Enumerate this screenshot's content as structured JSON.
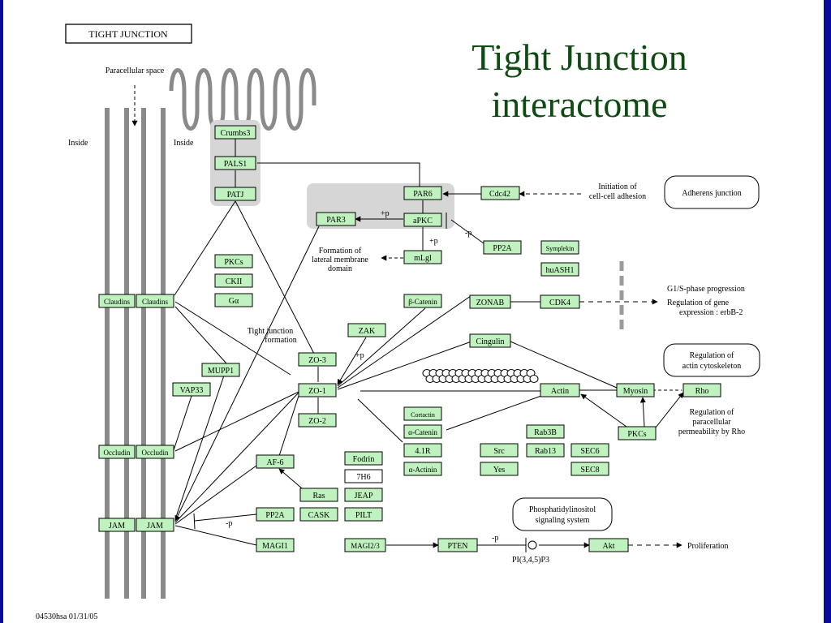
{
  "title": {
    "line1": "Tight Junction",
    "line2": "interactome"
  },
  "diagram": {
    "header_label": "TIGHT JUNCTION",
    "footer_code": "04530hsa 01/31/05",
    "membrane": {
      "paracellular": "Paracellular space",
      "inside_left": "Inside",
      "inside_right": "Inside"
    },
    "nodes": {
      "crumbs3": "Crumbs3",
      "pals1": "PALS1",
      "patj": "PATJ",
      "par6": "PAR6",
      "cdc42": "Cdc42",
      "par3": "PAR3",
      "apkc": "aPKC",
      "pp2a_top": "PP2A",
      "symplekin": "Symplekin",
      "huash1": "huASH1",
      "mlgl": "mLgl",
      "pkcs_left": "PKCs",
      "ckii": "CKII",
      "galpha": "Gα",
      "claudins1": "Claudins",
      "claudins2": "Claudins",
      "bcatenin": "β-Catenin",
      "zonab": "ZONAB",
      "cdk4": "CDK4",
      "zak": "ZAK",
      "zo3": "ZO-3",
      "zo1": "ZO-1",
      "zo2": "ZO-2",
      "cingulin": "Cingulin",
      "mupp1": "MUPP1",
      "vap33": "VAP33",
      "actin": "Actin",
      "myosin": "Myosin",
      "rho": "Rho",
      "cortactin": "Cortactin",
      "acatenin": "α-Catenin",
      "p41r": "4.1R",
      "aactinin": "α-Actinin",
      "rab3b": "Rab3B",
      "rab13": "Rab13",
      "sec6": "SEC6",
      "src": "Src",
      "yes": "Yes",
      "sec8": "SEC8",
      "pkcs_right": "PKCs",
      "occludin1": "Occludin",
      "occludin2": "Occludin",
      "af6": "AF-6",
      "fodrin": "Fodrin",
      "h7h6": "7H6",
      "ras": "Ras",
      "jeap": "JEAP",
      "pp2a_bottom": "PP2A",
      "cask": "CASK",
      "pilt": "PILT",
      "jam1": "JAM",
      "jam2": "JAM",
      "magi1": "MAGI1",
      "magi23": "MAGI2/3",
      "pten": "PTEN",
      "akt": "Akt"
    },
    "pathways": {
      "adherens": "Adherens junction",
      "actin_cyto_1": "Regulation of",
      "actin_cyto_2": "actin cytoskeleton",
      "pi_sig_1": "Phosphatidylinositol",
      "pi_sig_2": "signaling system"
    },
    "labels": {
      "initiation_1": "Initiation of",
      "initiation_2": "cell-cell adhesion",
      "formation_1": "Formation of",
      "formation_2": "lateral membrane",
      "formation_3": "domain",
      "tj_form_1": "Tight junction",
      "tj_form_2": "formation",
      "g1s": "G1/S-phase progression",
      "reg_gene_1": "Regulation of gene",
      "reg_gene_2": "expression : erbB-2",
      "reg_para_1": "Regulation of",
      "reg_para_2": "paracellular",
      "reg_para_3": "permeability  by Rho",
      "pip3": "PI(3,4,5)P3",
      "proliferation": "Proliferation",
      "plus_p_par3": "+p",
      "plus_p_mlgl": "+p",
      "minus_p_pp2a": "-p",
      "plus_p_zak": "+p",
      "minus_p_jam": "-p",
      "minus_p_pten": "-p"
    }
  }
}
